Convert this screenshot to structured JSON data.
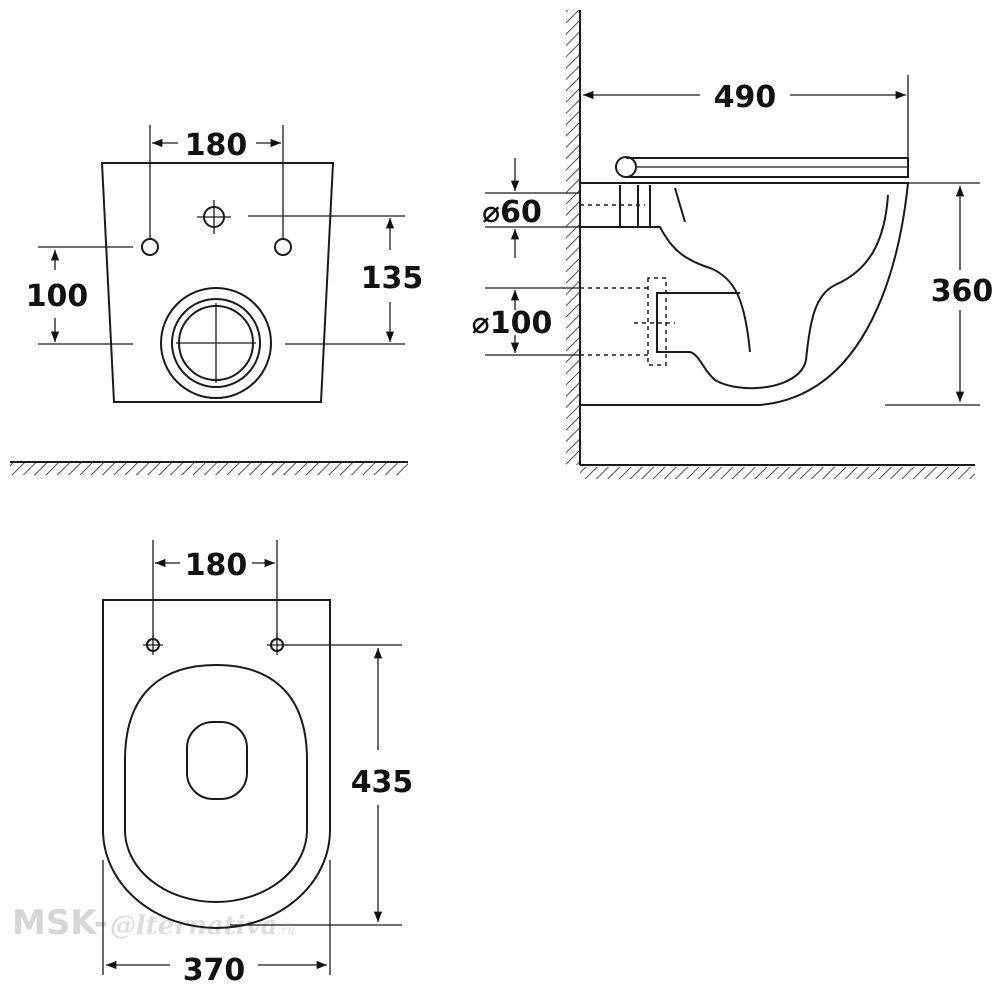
{
  "front_view": {
    "dim_bolt_spacing": "180",
    "dim_bolt_height": "100",
    "dim_inlet_to_outlet": "135"
  },
  "side_view": {
    "dim_length": "490",
    "dim_inlet_diameter": "⌀60",
    "dim_outlet_diameter": "⌀100",
    "dim_height": "360"
  },
  "top_view": {
    "dim_bolt_spacing": "180",
    "dim_depth": "435",
    "dim_width": "370"
  },
  "watermark": {
    "brand_prefix": "MSK-",
    "brand_at": "@",
    "brand_name": "lternativa",
    "brand_domain": ".ru"
  }
}
